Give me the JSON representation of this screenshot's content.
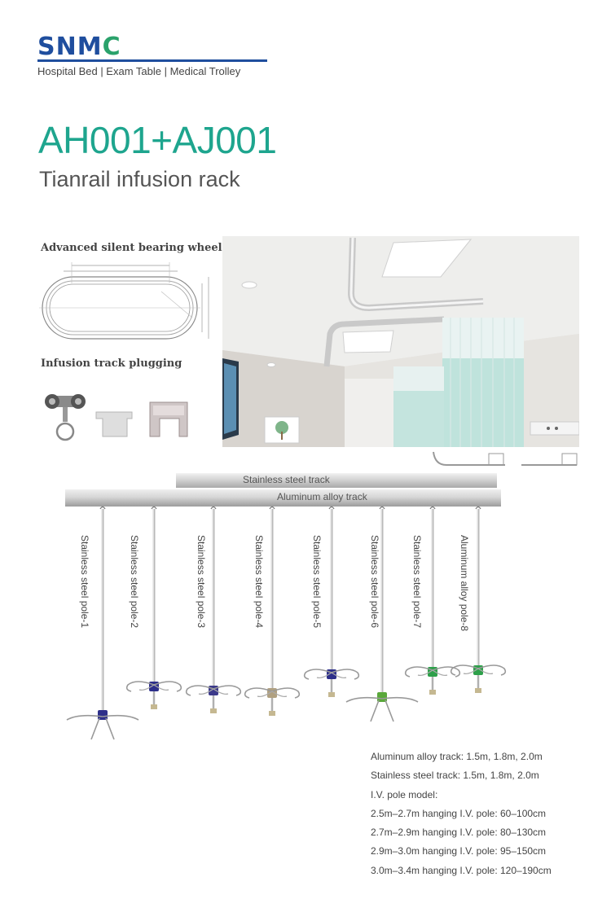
{
  "brand": {
    "logo_main": "SNM",
    "logo_accent": "C",
    "tagline": "Hospital Bed | Exam Table | Medical Trolley"
  },
  "product": {
    "model": "AH001+AJ001",
    "name": "Tianrail infusion rack"
  },
  "drawing": {
    "wheel_label": "Advanced silent bearing wheel",
    "plug_label": "Infusion track plugging"
  },
  "track": {
    "stainless_label": "Stainless steel track",
    "aluminum_label": "Aluminum alloy track"
  },
  "poles": [
    {
      "label": "Stainless steel pole-1",
      "hub_color": "#2d2f8a"
    },
    {
      "label": "Stainless steel pole-2",
      "hub_color": "#2d2f8a"
    },
    {
      "label": "Stainless steel pole-3",
      "hub_color": "#3c3a8a"
    },
    {
      "label": "Stainless steel pole-4",
      "hub_color": "#b0a080"
    },
    {
      "label": "Stainless steel pole-5",
      "hub_color": "#2d2f8a"
    },
    {
      "label": "Stainless steel pole-6",
      "hub_color": "#5aa83a"
    },
    {
      "label": "Stainless steel pole-7",
      "hub_color": "#2ea04a"
    },
    {
      "label": "Aluminum alloy pole-8",
      "hub_color": "#2ea04a"
    }
  ],
  "specs": [
    "Aluminum alloy track: 1.5m, 1.8m, 2.0m",
    "Stainless steel track: 1.5m, 1.8m, 2.0m",
    "I.V.  pole model:",
    "2.5m–2.7m hanging I.V. pole: 60–100cm",
    "2.7m–2.9m hanging I.V. pole: 80–130cm",
    "2.9m–3.0m hanging I.V. pole: 95–150cm",
    "3.0m–3.4m hanging I.V. pole: 120–190cm"
  ],
  "colors": {
    "brand_blue": "#1f4e9e",
    "brand_green": "#2aa26b",
    "model_teal": "#1ea58e",
    "curtain": "#bfe3dc"
  }
}
